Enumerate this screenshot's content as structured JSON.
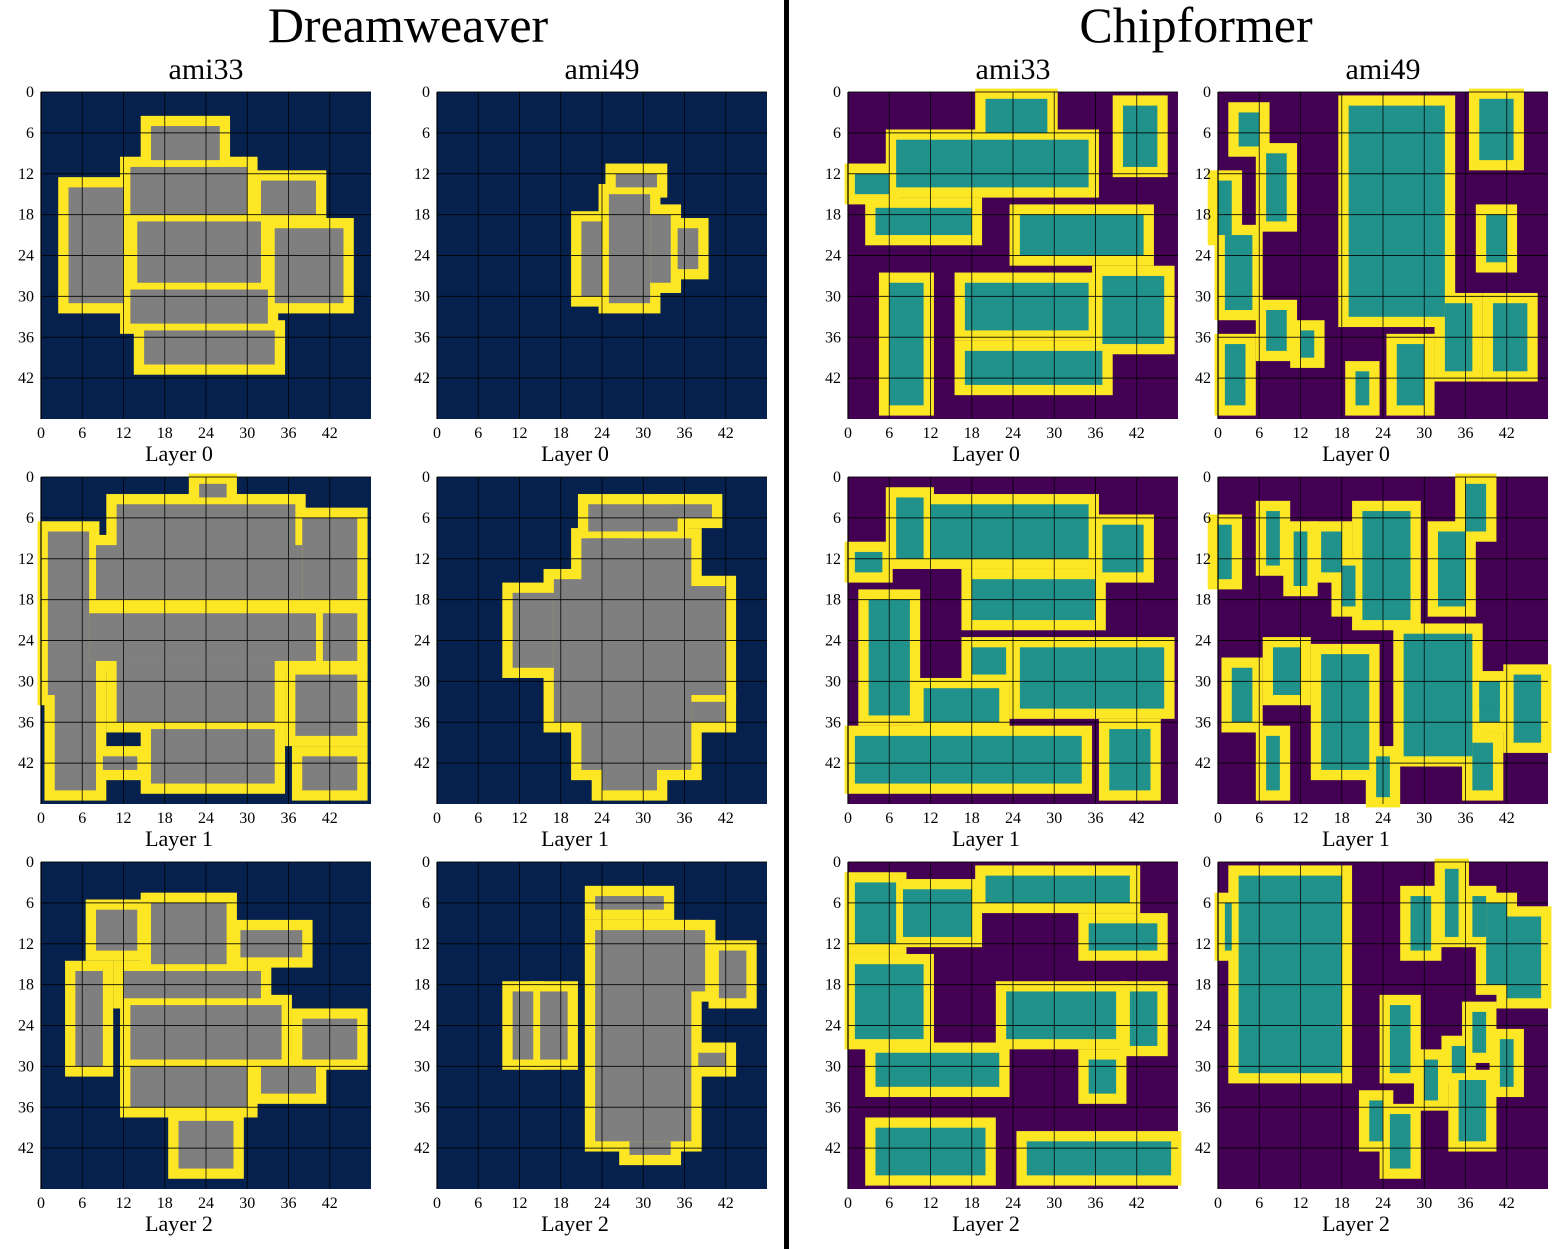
{
  "titles": {
    "left": "Dreamweaver",
    "right": "Chipformer"
  },
  "columns": [
    {
      "method": "dreamweaver",
      "benchmark": "ami33"
    },
    {
      "method": "dreamweaver",
      "benchmark": "ami49"
    },
    {
      "method": "chipformer",
      "benchmark": "ami33"
    },
    {
      "method": "chipformer",
      "benchmark": "ami49"
    }
  ],
  "layers": [
    "Layer 0",
    "Layer 1",
    "Layer 2"
  ],
  "axis": {
    "ticks": [
      "0",
      "6",
      "12",
      "18",
      "24",
      "30",
      "36",
      "42"
    ],
    "range": [
      0,
      48
    ]
  },
  "colors": {
    "dreamweaver_background": "#06214d",
    "dreamweaver_block": "#7f7f7f",
    "chipformer_background": "#440154",
    "chipformer_block": "#21918c",
    "halo": "#fde725"
  },
  "placements": {
    "dw_ami33_0": [
      [
        16,
        5,
        26,
        10
      ],
      [
        13,
        11,
        30,
        18
      ],
      [
        14,
        19,
        32,
        28
      ],
      [
        13,
        29,
        33,
        34
      ],
      [
        15,
        35,
        34,
        40
      ],
      [
        4,
        14,
        12,
        31
      ],
      [
        32,
        13,
        40,
        18
      ],
      [
        34,
        20,
        44,
        31
      ]
    ],
    "dw_ami33_1": [
      [
        23,
        1,
        27,
        3
      ],
      [
        11,
        4,
        37,
        13
      ],
      [
        8,
        10,
        38,
        18
      ],
      [
        7,
        20,
        40,
        27
      ],
      [
        11,
        27,
        34,
        36
      ],
      [
        1,
        8,
        7,
        32
      ],
      [
        38,
        6,
        46,
        18
      ],
      [
        41,
        20,
        46,
        27
      ],
      [
        2,
        27,
        8,
        46
      ],
      [
        16,
        37,
        34,
        45
      ],
      [
        9,
        41,
        14,
        43
      ],
      [
        37,
        29,
        46,
        38
      ],
      [
        38,
        41,
        46,
        46
      ]
    ],
    "dw_ami33_2": [
      [
        16,
        6,
        27,
        15
      ],
      [
        8,
        7,
        14,
        13
      ],
      [
        29,
        10,
        38,
        14
      ],
      [
        12,
        16,
        32,
        20
      ],
      [
        13,
        21,
        35,
        29
      ],
      [
        13,
        30,
        30,
        36
      ],
      [
        32,
        30,
        40,
        34
      ],
      [
        5,
        16,
        9,
        30
      ],
      [
        38,
        23,
        46,
        29
      ],
      [
        20,
        38,
        28,
        45
      ]
    ],
    "dw_ami49_0": [
      [
        26,
        12,
        32,
        14
      ],
      [
        25,
        15,
        31,
        31
      ],
      [
        21,
        19,
        24,
        30
      ],
      [
        31,
        18,
        34,
        28
      ],
      [
        35,
        20,
        38,
        26
      ]
    ],
    "dw_ami49_1": [
      [
        22,
        9,
        28,
        10
      ],
      [
        22,
        4,
        35,
        8
      ],
      [
        34,
        4,
        40,
        6
      ],
      [
        21,
        9,
        37,
        43
      ],
      [
        11,
        17,
        17,
        28
      ],
      [
        17,
        15,
        23,
        36
      ],
      [
        36,
        16,
        42,
        32
      ],
      [
        37,
        33,
        42,
        36
      ],
      [
        24,
        41,
        32,
        46
      ]
    ],
    "dw_ami49_2": [
      [
        23,
        5,
        33,
        7
      ],
      [
        23,
        10,
        37,
        41
      ],
      [
        11,
        19,
        14,
        29
      ],
      [
        15,
        19,
        19,
        29
      ],
      [
        36,
        10,
        39,
        19
      ],
      [
        41,
        13,
        45,
        20
      ],
      [
        38,
        28,
        42,
        30
      ],
      [
        28,
        41,
        34,
        43
      ]
    ],
    "cf_ami33_0": [
      [
        20,
        1,
        29,
        6
      ],
      [
        7,
        7,
        35,
        14
      ],
      [
        40,
        2,
        45,
        11
      ],
      [
        1,
        12,
        6,
        15
      ],
      [
        4,
        17,
        18,
        21
      ],
      [
        25,
        18,
        43,
        24
      ],
      [
        6,
        28,
        11,
        46
      ],
      [
        17,
        28,
        35,
        35
      ],
      [
        37,
        27,
        46,
        37
      ],
      [
        17,
        38,
        37,
        43
      ]
    ],
    "cf_ami33_1": [
      [
        7,
        3,
        11,
        12
      ],
      [
        12,
        4,
        35,
        12
      ],
      [
        37,
        7,
        43,
        14
      ],
      [
        1,
        11,
        5,
        14
      ],
      [
        18,
        15,
        36,
        21
      ],
      [
        3,
        18,
        9,
        35
      ],
      [
        18,
        25,
        23,
        29
      ],
      [
        25,
        25,
        46,
        34
      ],
      [
        11,
        31,
        22,
        36
      ],
      [
        1,
        38,
        34,
        45
      ],
      [
        38,
        37,
        44,
        46
      ]
    ],
    "cf_ami33_2": [
      [
        20,
        2,
        41,
        6
      ],
      [
        1,
        3,
        7,
        12
      ],
      [
        8,
        4,
        18,
        11
      ],
      [
        35,
        9,
        45,
        13
      ],
      [
        1,
        15,
        11,
        26
      ],
      [
        23,
        19,
        39,
        26
      ],
      [
        41,
        19,
        45,
        27
      ],
      [
        4,
        28,
        22,
        33
      ],
      [
        35,
        29,
        39,
        34
      ],
      [
        4,
        39,
        20,
        46
      ],
      [
        26,
        41,
        47,
        46
      ]
    ],
    "cf_ami49_0": [
      [
        19,
        2,
        33,
        33
      ],
      [
        38,
        1,
        43,
        10
      ],
      [
        3,
        3,
        6,
        8
      ],
      [
        7,
        9,
        10,
        19
      ],
      [
        0,
        13,
        2,
        21
      ],
      [
        1,
        21,
        5,
        32
      ],
      [
        39,
        18,
        42,
        25
      ],
      [
        7,
        32,
        10,
        38
      ],
      [
        12,
        35,
        14,
        39
      ],
      [
        1,
        37,
        4,
        46
      ],
      [
        26,
        37,
        30,
        46
      ],
      [
        20,
        41,
        22,
        46
      ],
      [
        33,
        31,
        37,
        41
      ],
      [
        40,
        31,
        45,
        41
      ]
    ],
    "cf_ami49_1": [
      [
        36,
        1,
        39,
        8
      ],
      [
        21,
        5,
        28,
        21
      ],
      [
        32,
        8,
        36,
        19
      ],
      [
        15,
        8,
        18,
        14
      ],
      [
        0,
        7,
        2,
        15
      ],
      [
        7,
        5,
        9,
        13
      ],
      [
        11,
        8,
        13,
        16
      ],
      [
        18,
        13,
        20,
        19
      ],
      [
        27,
        23,
        37,
        41
      ],
      [
        8,
        25,
        12,
        32
      ],
      [
        15,
        26,
        22,
        43
      ],
      [
        2,
        28,
        5,
        36
      ],
      [
        38,
        30,
        41,
        36
      ],
      [
        43,
        29,
        47,
        39
      ],
      [
        7,
        38,
        9,
        46
      ],
      [
        23,
        41,
        25,
        47
      ],
      [
        37,
        39,
        40,
        46
      ],
      [
        38,
        30,
        41,
        34
      ]
    ],
    "cf_ami49_2": [
      [
        3,
        2,
        18,
        31
      ],
      [
        1,
        6,
        2,
        13
      ],
      [
        28,
        5,
        31,
        13
      ],
      [
        33,
        1,
        35,
        11
      ],
      [
        37,
        5,
        39,
        11
      ],
      [
        42,
        8,
        47,
        20
      ],
      [
        39,
        6,
        42,
        18
      ],
      [
        25,
        21,
        28,
        31
      ],
      [
        37,
        22,
        39,
        28
      ],
      [
        41,
        26,
        43,
        33
      ],
      [
        30,
        29,
        32,
        35
      ],
      [
        35,
        32,
        39,
        41
      ],
      [
        22,
        35,
        24,
        41
      ],
      [
        25,
        37,
        28,
        45
      ],
      [
        34,
        27,
        36,
        31
      ]
    ]
  }
}
